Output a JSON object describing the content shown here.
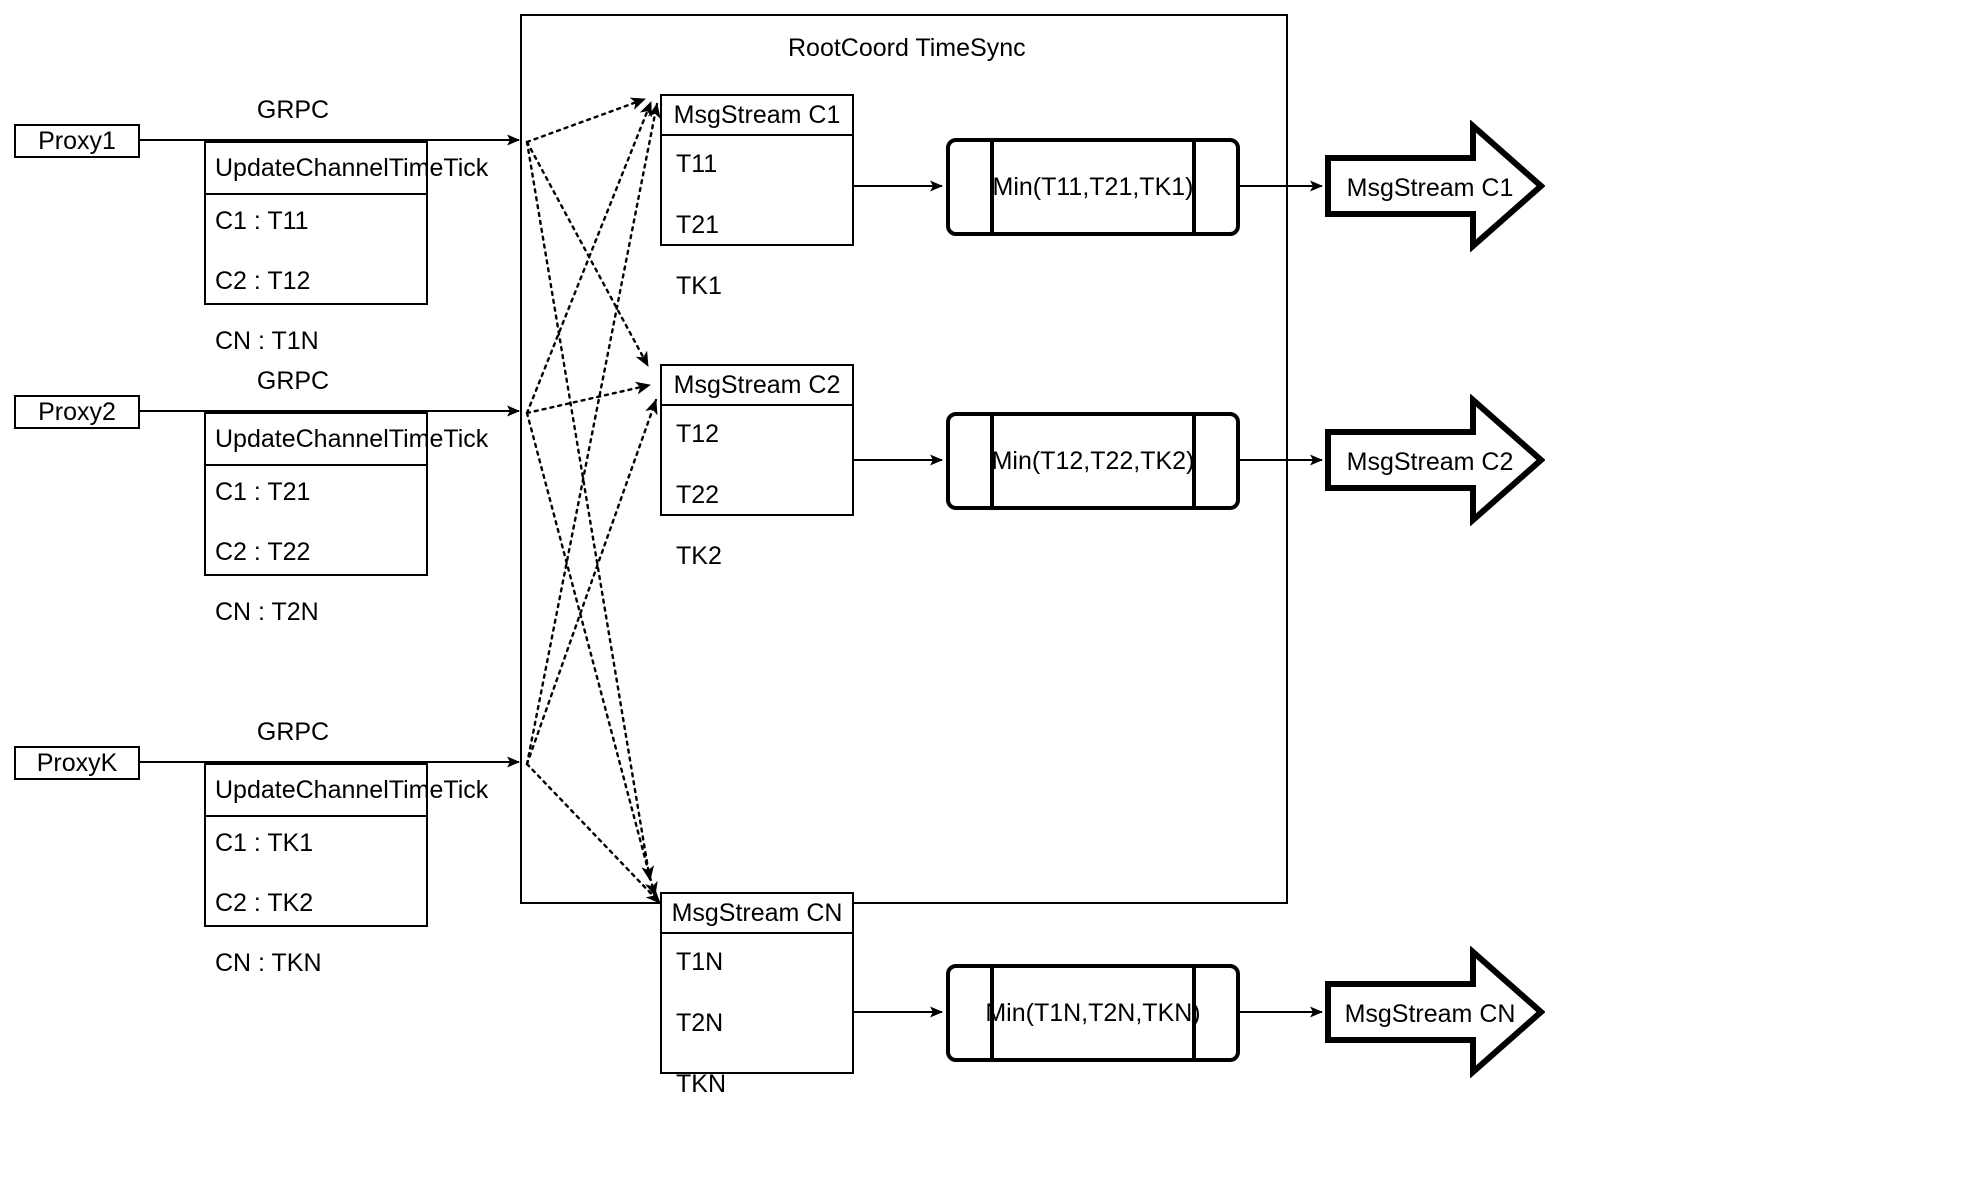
{
  "diagram": {
    "title": "RootCoord TimeSync",
    "container_label": "RootCoord TimeSync"
  },
  "proxies": [
    {
      "name": "Proxy1",
      "link_label": "GRPC",
      "table": {
        "header": "UpdateChannelTimeTick",
        "rows": [
          "C1 :  T11",
          "C2 :  T12",
          "CN : T1N"
        ]
      }
    },
    {
      "name": "Proxy2",
      "link_label": "GRPC",
      "table": {
        "header": "UpdateChannelTimeTick",
        "rows": [
          "C1 :  T21",
          "C2 :  T22",
          "CN : T2N"
        ]
      }
    },
    {
      "name": "ProxyK",
      "link_label": "GRPC",
      "table": {
        "header": "UpdateChannelTimeTick",
        "rows": [
          "C1 :  TK1",
          "C2 :  TK2",
          "CN : TKN"
        ]
      }
    }
  ],
  "channels": [
    {
      "msgstream": {
        "header": "MsgStream C1",
        "rows": [
          "T11",
          "T21",
          "TK1"
        ]
      },
      "min": "Min(T11,T21,TK1)",
      "output": "MsgStream C1"
    },
    {
      "msgstream": {
        "header": "MsgStream C2",
        "rows": [
          "T12",
          "T22",
          "TK2"
        ]
      },
      "min": "Min(T12,T22,TK2)",
      "output": "MsgStream C2"
    },
    {
      "msgstream": {
        "header": "MsgStream CN",
        "rows": [
          "T1N",
          "T2N",
          "TKN"
        ]
      },
      "min": "Min(T1N,T2N,TKN)",
      "output": "MsgStream CN"
    }
  ],
  "colors": {
    "stroke": "#000000",
    "background": "#ffffff"
  }
}
